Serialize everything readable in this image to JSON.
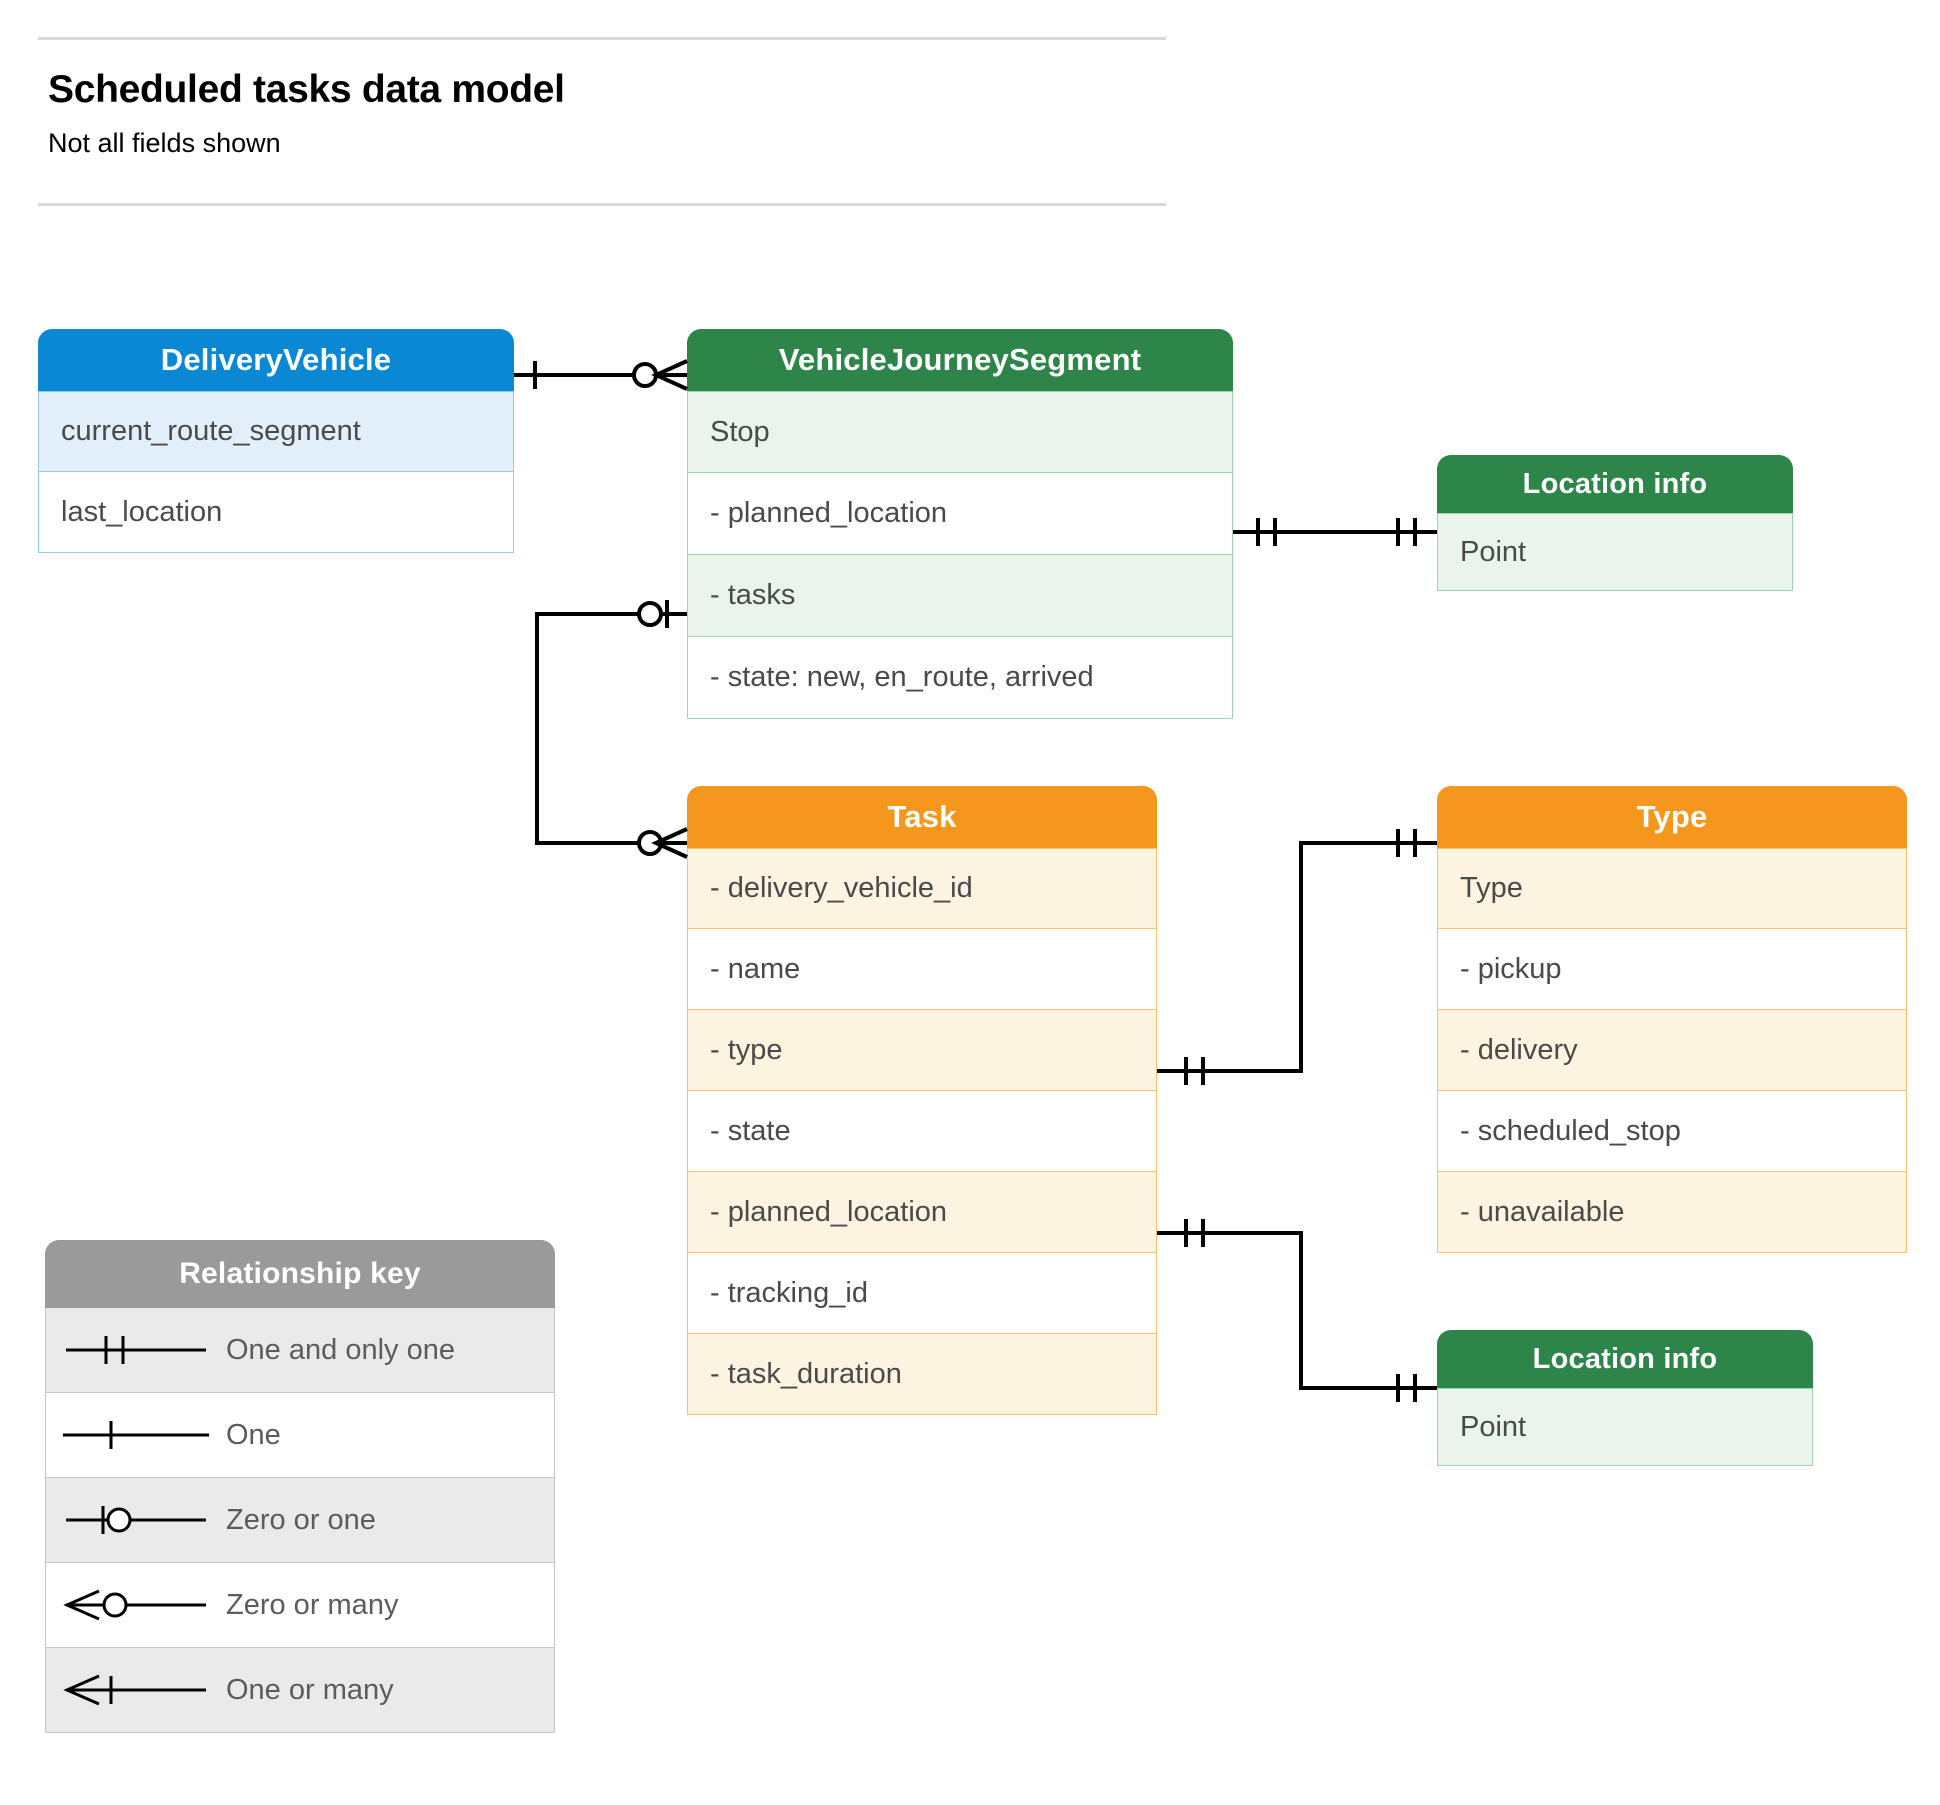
{
  "header": {
    "title": "Scheduled tasks data model",
    "subtitle": "Not all fields shown"
  },
  "colors": {
    "blue_header": "#0a88d3",
    "blue_row_alt": "#e3f0fb",
    "blue_border": "#93c9f0",
    "green_header": "#2e8549",
    "green_row_alt": "#e8f4ec",
    "green_border": "#9ed3ae",
    "orange_header": "#f5971d",
    "orange_row_alt": "#fdf3e1",
    "orange_border": "#f8c268",
    "grey_header": "#9a9a9a",
    "grey_row_alt": "#eaeaea",
    "grey_border": "#c5c5c5",
    "rule": "#d9d9d9",
    "connector": "#000000",
    "text": "#4a4a4a"
  },
  "entities": {
    "delivery_vehicle": {
      "title": "DeliveryVehicle",
      "rows": [
        "current_route_segment",
        "last_location"
      ]
    },
    "vehicle_journey_segment": {
      "title": "VehicleJourneySegment",
      "rows": [
        "Stop",
        "-  planned_location",
        "- tasks",
        "- state: new, en_route, arrived"
      ]
    },
    "location_info_top": {
      "title": "Location info",
      "rows": [
        "Point"
      ]
    },
    "task": {
      "title": "Task",
      "rows": [
        "- delivery_vehicle_id",
        "- name",
        "- type",
        "- state",
        "- planned_location",
        "- tracking_id",
        "- task_duration"
      ]
    },
    "type": {
      "title": "Type",
      "rows": [
        "Type",
        "-   pickup",
        "-   delivery",
        "-   scheduled_stop",
        "-   unavailable"
      ]
    },
    "location_info_bottom": {
      "title": "Location info",
      "rows": [
        "Point"
      ]
    }
  },
  "legend": {
    "title": "Relationship key",
    "items": [
      {
        "symbol": "one-and-only-one-icon",
        "label": "One and only one"
      },
      {
        "symbol": "one-icon",
        "label": "One"
      },
      {
        "symbol": "zero-or-one-icon",
        "label": "Zero or one"
      },
      {
        "symbol": "zero-or-many-icon",
        "label": "Zero or many"
      },
      {
        "symbol": "one-or-many-icon",
        "label": "One or many"
      }
    ]
  },
  "relationships": [
    {
      "name": "deliveryvehicle-to-vehiclejourneysegment",
      "from": "DeliveryVehicle",
      "from_cardinality": "One",
      "to": "VehicleJourneySegment",
      "to_cardinality": "Zero or many"
    },
    {
      "name": "vjs-planned-location-to-location-info",
      "from": "VehicleJourneySegment.planned_location",
      "from_cardinality": "One and only one",
      "to": "Location info",
      "to_cardinality": "One and only one"
    },
    {
      "name": "vjs-tasks-to-task",
      "from": "VehicleJourneySegment.tasks",
      "from_cardinality": "Zero or one",
      "to": "Task",
      "to_cardinality": "Zero or many"
    },
    {
      "name": "task-type-to-type",
      "from": "Task.type",
      "from_cardinality": "One and only one",
      "to": "Type",
      "to_cardinality": "One and only one"
    },
    {
      "name": "task-planned-location-to-location-info",
      "from": "Task.planned_location",
      "from_cardinality": "One and only one",
      "to": "Location info",
      "to_cardinality": "One and only one"
    }
  ]
}
